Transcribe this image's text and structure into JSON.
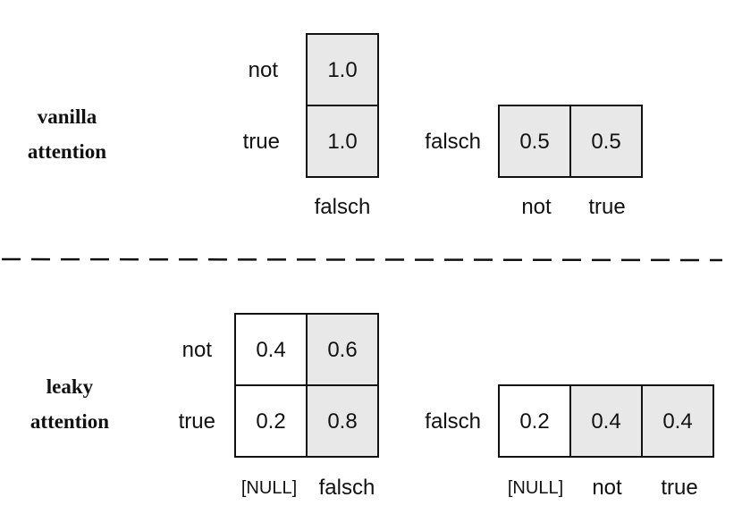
{
  "colors": {
    "shaded_cell": "#e8e8e8",
    "plain_cell": "#ffffff",
    "line": "#111111"
  },
  "sections": [
    {
      "title_lines": [
        "vanilla",
        "attention"
      ],
      "left_matrix": {
        "row_labels": [
          "not",
          "true"
        ],
        "col_labels": [
          "falsch"
        ],
        "values": [
          [
            "1.0"
          ],
          [
            "1.0"
          ]
        ],
        "shaded": [
          [
            true
          ],
          [
            true
          ]
        ]
      },
      "right_matrix": {
        "row_labels": [
          "falsch"
        ],
        "col_labels": [
          "not",
          "true"
        ],
        "values": [
          [
            "0.5",
            "0.5"
          ]
        ],
        "shaded": [
          [
            true,
            true
          ]
        ]
      }
    },
    {
      "title_lines": [
        "leaky",
        "attention"
      ],
      "left_matrix": {
        "row_labels": [
          "not",
          "true"
        ],
        "col_labels": [
          "[NULL]",
          "falsch"
        ],
        "values": [
          [
            "0.4",
            "0.6"
          ],
          [
            "0.2",
            "0.8"
          ]
        ],
        "shaded": [
          [
            false,
            true
          ],
          [
            false,
            true
          ]
        ]
      },
      "right_matrix": {
        "row_labels": [
          "falsch"
        ],
        "col_labels": [
          "[NULL]",
          "not",
          "true"
        ],
        "values": [
          [
            "0.2",
            "0.4",
            "0.4"
          ]
        ],
        "shaded": [
          [
            false,
            true,
            true
          ]
        ]
      }
    }
  ]
}
